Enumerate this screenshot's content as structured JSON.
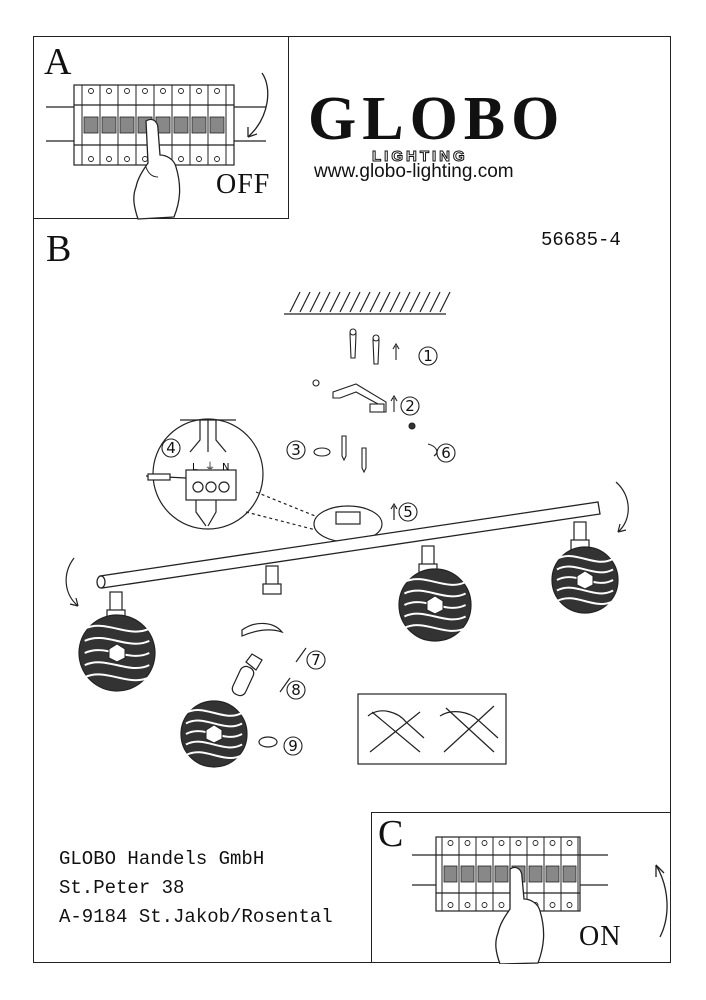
{
  "sections": {
    "a": "A",
    "b": "B",
    "c": "C"
  },
  "switch_states": {
    "off": "OFF",
    "on": "ON"
  },
  "brand": {
    "name": "GLOBO",
    "sub": "LIGHTING",
    "url": "www.globo-lighting.com"
  },
  "model_number": "56685-4",
  "terminal_labels": [
    "L",
    "⏚",
    "N"
  ],
  "steps": [
    "1",
    "2",
    "3",
    "4",
    "5",
    "6",
    "7",
    "8",
    "9"
  ],
  "manufacturer": {
    "company": "GLOBO Handels GmbH",
    "street": "St.Peter 38",
    "city": "A-9184 St.Jakob/Rosental"
  },
  "icons": [
    "fuse-box-icon",
    "pointing-hand-icon",
    "rotation-arrow-icon",
    "ceiling-icon",
    "screw-icon",
    "dowel-icon",
    "bracket-icon",
    "terminal-block-icon",
    "globe-shade-icon",
    "g9-bulb-icon",
    "no-bare-hands-icon"
  ]
}
